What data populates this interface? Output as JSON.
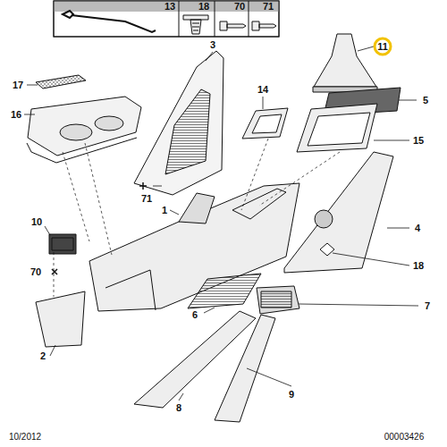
{
  "diagram": {
    "labels": [
      "13",
      "18",
      "70",
      "71",
      "11",
      "3",
      "17",
      "16",
      "5",
      "14",
      "15",
      "71",
      "1",
      "4",
      "10",
      "70",
      "18",
      "6",
      "7",
      "2",
      "8",
      "9",
      "10/2012",
      "00003426"
    ]
  }
}
